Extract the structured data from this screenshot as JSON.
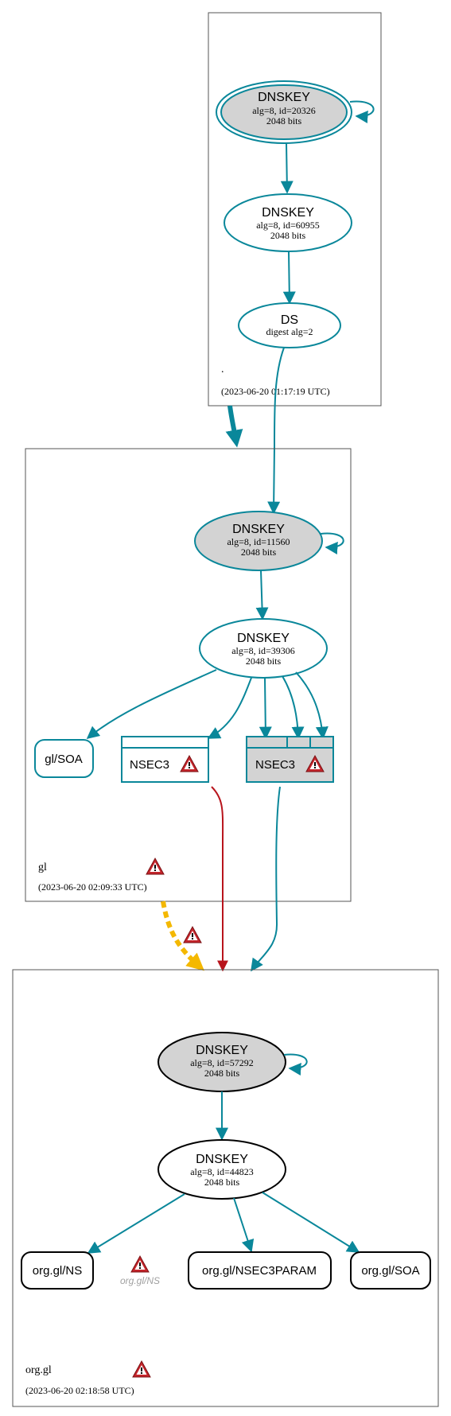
{
  "colors": {
    "teal": "#0a879a",
    "red": "#b8141c",
    "amber": "#f4b800",
    "node_fill_ksk": "#d3d3d3",
    "black": "#000000",
    "insecure_gray": "#a0a0a0",
    "warn_red": "#c4252b"
  },
  "zones": {
    "root": {
      "name": ".",
      "timestamp": "(2023-06-20 01:17:19 UTC)",
      "ksk": {
        "title": "DNSKEY",
        "line1": "alg=8, id=20326",
        "line2": "2048 bits"
      },
      "zsk": {
        "title": "DNSKEY",
        "line1": "alg=8, id=60955",
        "line2": "2048 bits"
      },
      "ds": {
        "title": "DS",
        "line1": "digest alg=2"
      }
    },
    "gl": {
      "name": "gl",
      "timestamp": "(2023-06-20 02:09:33 UTC)",
      "ksk": {
        "title": "DNSKEY",
        "line1": "alg=8, id=11560",
        "line2": "2048 bits"
      },
      "zsk": {
        "title": "DNSKEY",
        "line1": "alg=8, id=39306",
        "line2": "2048 bits"
      },
      "soa": "gl/SOA",
      "nsec3_a": "NSEC3",
      "nsec3_b": "NSEC3"
    },
    "orggl": {
      "name": "org.gl",
      "timestamp": "(2023-06-20 02:18:58 UTC)",
      "ksk": {
        "title": "DNSKEY",
        "line1": "alg=8, id=57292",
        "line2": "2048 bits"
      },
      "zsk": {
        "title": "DNSKEY",
        "line1": "alg=8, id=44823",
        "line2": "2048 bits"
      },
      "ns": "org.gl/NS",
      "ns_insecure": "org.gl/NS",
      "nsec3param": "org.gl/NSEC3PARAM",
      "soa": "org.gl/SOA"
    }
  },
  "icons": {
    "warning": "warning-icon"
  }
}
